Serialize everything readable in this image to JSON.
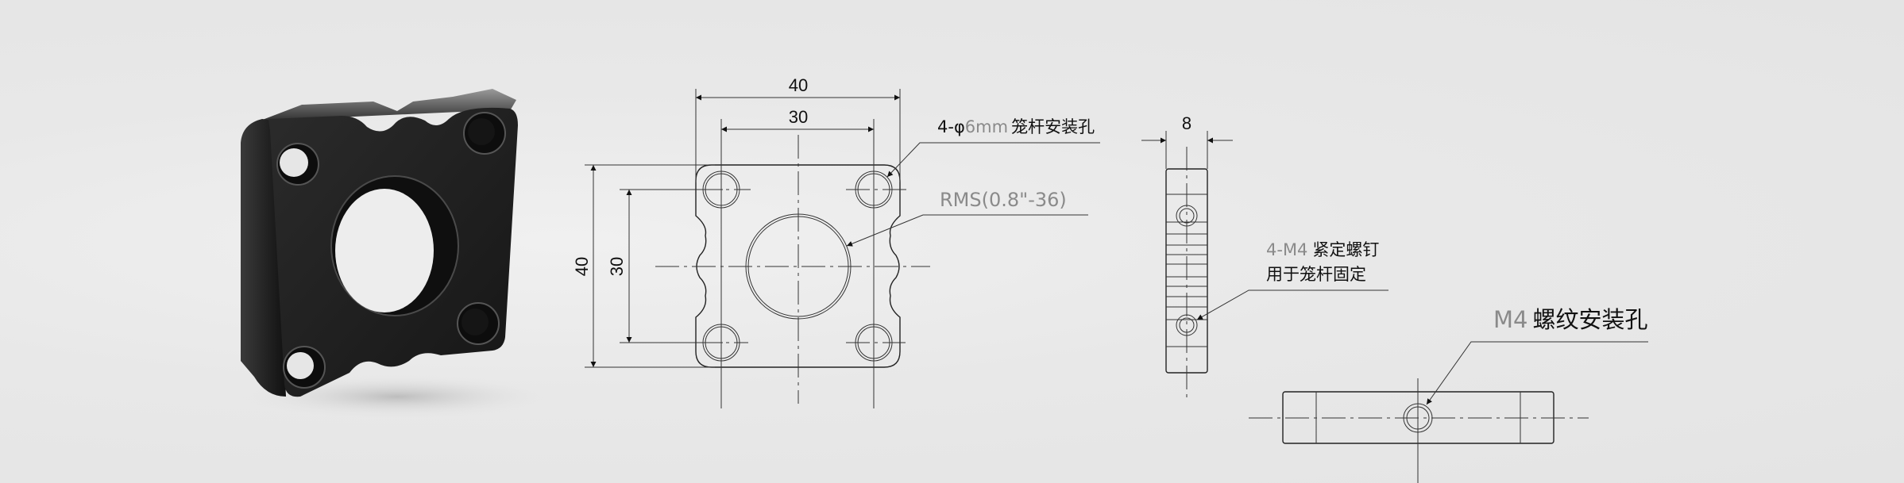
{
  "front_view": {
    "dim_width_outer": "40",
    "dim_width_inner": "30",
    "dim_height_outer": "40",
    "dim_height_inner": "30",
    "cage_hole_label": {
      "prefix": "4-φ",
      "size": "6mm",
      "text": "笼杆安装孔"
    },
    "thread_label": "RMS(0.8\"-36)"
  },
  "side_view": {
    "dim_thickness": "8",
    "setscrew_label": {
      "prefix": "4-M4",
      "text": "紧定螺钉",
      "line2": "用于笼杆固定"
    }
  },
  "bottom_view": {
    "mount_label": {
      "prefix": "M4",
      "text": "螺纹安装孔"
    }
  },
  "colors": {
    "background": "#e8e8e8",
    "part": "#1f1f1f",
    "line": "#222222",
    "gray_text": "#8a8a8a"
  }
}
